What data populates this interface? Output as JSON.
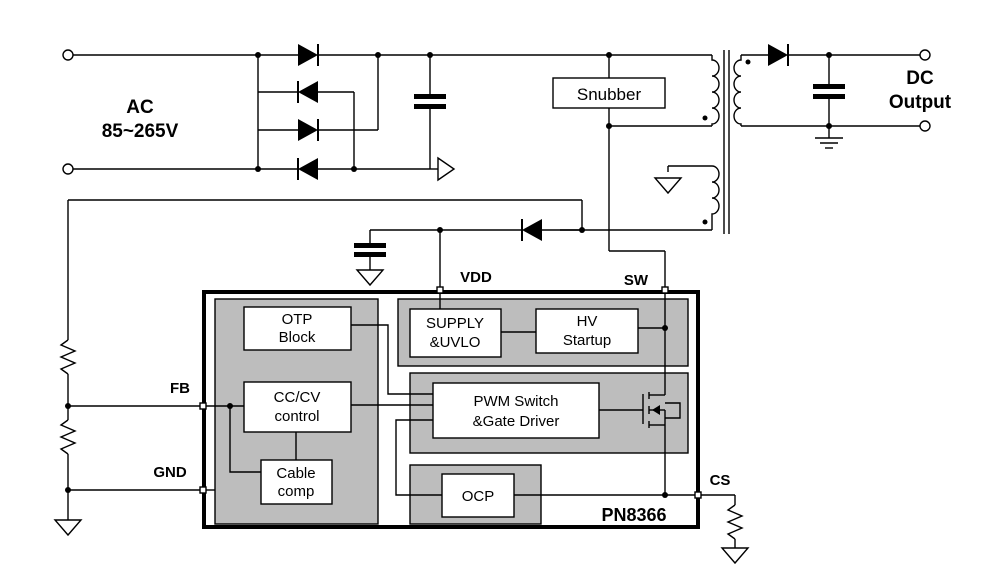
{
  "input": {
    "line1": "AC",
    "line2": "85~265V"
  },
  "output": {
    "line1": "DC",
    "line2": "Output"
  },
  "snubber": "Snubber",
  "pins": {
    "vdd": "VDD",
    "sw": "SW",
    "fb": "FB",
    "gnd": "GND",
    "cs": "CS"
  },
  "blocks": {
    "otp": {
      "line1": "OTP",
      "line2": "Block"
    },
    "supply": {
      "line1": "SUPPLY",
      "line2": "&UVLO"
    },
    "hv": {
      "line1": "HV",
      "line2": "Startup"
    },
    "cccv": {
      "line1": "CC/CV",
      "line2": "control"
    },
    "pwm": {
      "line1": "PWM Switch",
      "line2": "&Gate Driver"
    },
    "cable": {
      "line1": "Cable",
      "line2": "comp"
    },
    "ocp": "OCP"
  },
  "chip_name": "PN8366"
}
